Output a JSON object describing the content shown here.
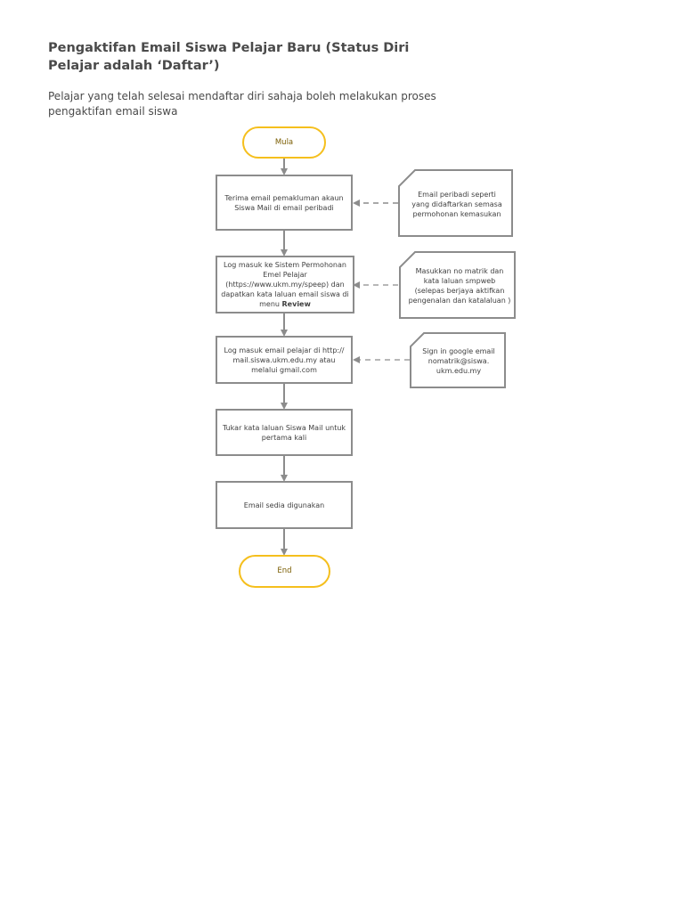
{
  "page": {
    "title": "Pengaktifan Email Siswa Pelajar Baru (Status Diri Pelajar adalah ‘Daftar’)",
    "intro": "Pelajar yang telah selesai mendaftar diri sahaja boleh melakukan proses pengaktifan email siswa"
  },
  "flowchart": {
    "start": "Mula",
    "steps": [
      {
        "text": "Terima email pemakluman akaun Siswa Mail di email peribadi"
      },
      {
        "text": "Log masuk ke Sistem Permohonan Emel Pelajar (https://www.ukm.my/speep) dan dapatkan kata laluan email siswa di menu",
        "bold": "Review"
      },
      {
        "text": "Log masuk email pelajar di http:// mail.siswa.ukm.edu.my atau melalui gmail.com"
      },
      {
        "text": "Tukar kata laluan Siswa Mail untuk pertama kali"
      },
      {
        "text": "Email sedia digunakan"
      }
    ],
    "end": "End",
    "notes": [
      {
        "text": "Email peribadi seperti yang didaftarkan semasa permohonan kemasukan"
      },
      {
        "text": "Masukkan no matrik dan kata laluan smpweb (selepas berjaya aktifkan pengenalan dan katalaluan )"
      },
      {
        "text": "Sign in google email nomatrik@siswa. ukm.edu.my"
      }
    ]
  },
  "colors": {
    "terminal_border": "#f5bf1d",
    "box_border": "#8c8c8c",
    "arrow": "#8c8c8c",
    "text": "#404040"
  }
}
